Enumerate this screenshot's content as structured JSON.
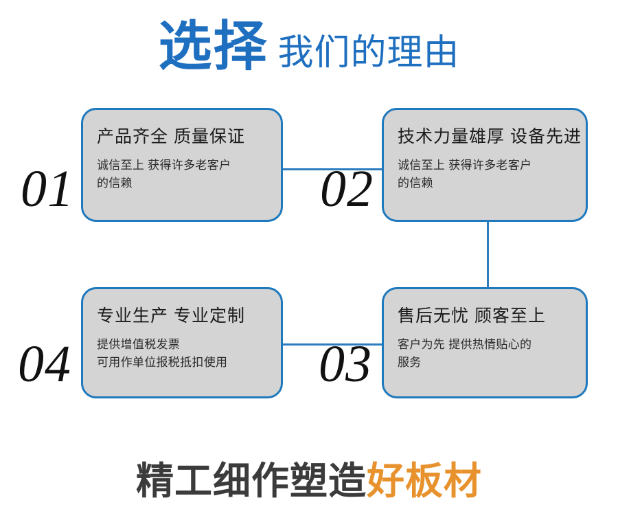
{
  "header": {
    "strong_text": "选择",
    "light_text": "我们的理由",
    "color": "#1f6fc0"
  },
  "cards": [
    {
      "number": "01",
      "title": "产品齐全 质量保证",
      "desc_lines": [
        "诚信至上 获得许多老客户",
        "的信赖"
      ]
    },
    {
      "number": "02",
      "title": "技术力量雄厚 设备先进",
      "desc_lines": [
        "诚信至上 获得许多老客户",
        "的信赖"
      ]
    },
    {
      "number": "03",
      "title": "售后无忧 顾客至上",
      "desc_lines": [
        "客户为先 提供热情贴心的",
        "服务"
      ]
    },
    {
      "number": "04",
      "title": "专业生产 专业定制",
      "desc_lines": [
        "提供增值税发票",
        "可用作单位报税抵扣使用"
      ]
    }
  ],
  "footer": {
    "dark_text": "精工细作塑造",
    "accent_text": "好板材",
    "dark_color": "#3b3b3b",
    "accent_color": "#e8922e"
  },
  "theme": {
    "card_fill": "#d4d4d4",
    "card_border": "#1f79bd",
    "connector_color": "#2c7dc0"
  }
}
